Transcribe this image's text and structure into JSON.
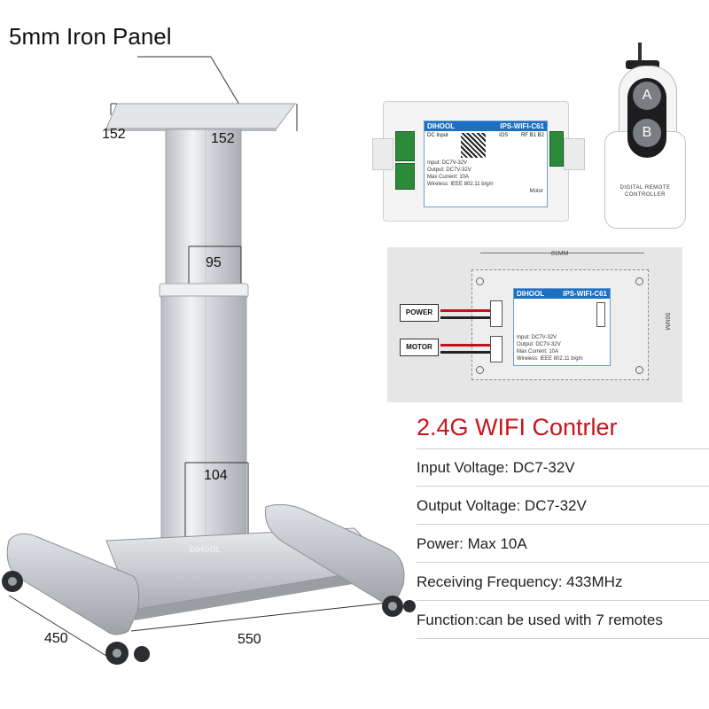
{
  "title": "5mm Iron Panel",
  "dims": {
    "panel_w": "152",
    "panel_d": "152",
    "upper_col": "95",
    "lower_col": "104",
    "base_d": "450",
    "base_w": "550"
  },
  "controller": {
    "brand": "DIHOOL",
    "model": "IPS-WIFI-C61",
    "labels": [
      "Input: DC7V-32V",
      "Output: DC7V-32V",
      "Max Current: 10A",
      "Wireless: IEEE 802.11 b/g/n"
    ],
    "dc_input": "DC Input",
    "motor": "Motor",
    "rf": "RF",
    "b1": "B1",
    "b2": "B2",
    "ios": "iOS"
  },
  "remote": {
    "button_a": "A",
    "button_b": "B",
    "label": "DIGITAL REMOTE CONTROLLER"
  },
  "diagram": {
    "width_label": "81MM",
    "height_label": "50MM",
    "power_tag": "POWER",
    "motor_tag": "MOTOR",
    "brand": "DIHOOL",
    "model": "IPS-WIFI-C61",
    "labels": [
      "Input: DC7V-32V",
      "Output: DC7V-32V",
      "Max Current: 10A",
      "Wireless: IEEE 802.11 b/g/n"
    ]
  },
  "column_badge": "DIHOOL",
  "specs": {
    "heading": "2.4G WIFI Contrler",
    "rows": [
      "Input Voltage: DC7-32V",
      "Output Voltage: DC7-32V",
      "Power: Max 10A",
      "Receiving Frequency: 433MHz",
      "Function:can be used with 7 remotes"
    ]
  },
  "colors": {
    "accent_red": "#c8141b",
    "brand_blue": "#1d6fc0",
    "terminal_green": "#2c8a3a",
    "aluminium": "#c9cdd2"
  }
}
